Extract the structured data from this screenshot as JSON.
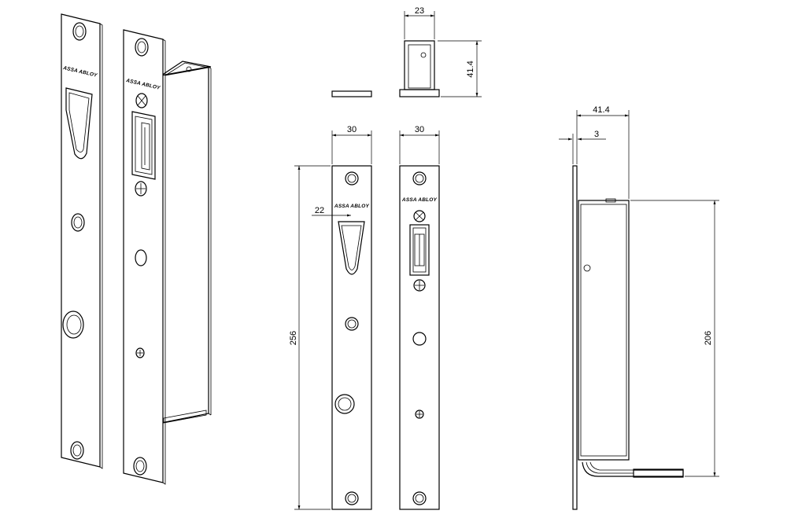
{
  "brand_mark": "ASSA ABLOY",
  "dimensions": {
    "cover_width": "23",
    "cover_height": "41.4",
    "faceplate_width_front": "30",
    "faceplate_width_rear": "30",
    "faceplate_length": "256",
    "slot_offset": "22",
    "side_depth": "41.4",
    "side_flange": "3",
    "body_length": "206"
  }
}
